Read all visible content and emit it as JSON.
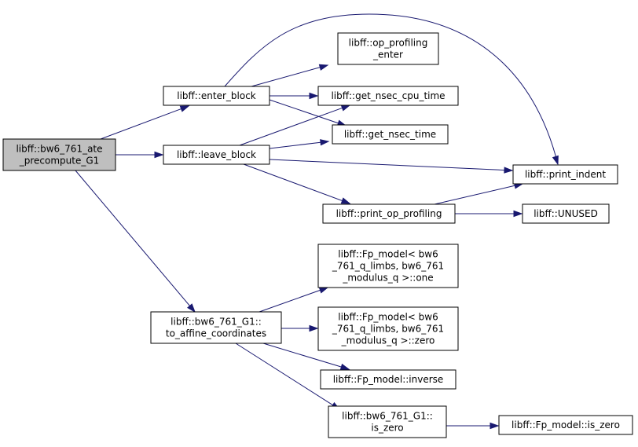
{
  "colors": {
    "root_fill": "#bfbfbf",
    "node_fill": "#ffffff",
    "border": "#000000",
    "edge": "#191970"
  },
  "nodes": {
    "root": {
      "lines": [
        "libff::bw6_761_ate",
        "_precompute_G1"
      ]
    },
    "enter_block": {
      "lines": [
        "libff::enter_block"
      ]
    },
    "leave_block": {
      "lines": [
        "libff::leave_block"
      ]
    },
    "to_affine": {
      "lines": [
        "libff::bw6_761_G1::",
        "to_affine_coordinates"
      ]
    },
    "op_prof_enter": {
      "lines": [
        "libff::op_profiling",
        "_enter"
      ]
    },
    "nsec_cpu": {
      "lines": [
        "libff::get_nsec_cpu_time"
      ]
    },
    "nsec_time": {
      "lines": [
        "libff::get_nsec_time"
      ]
    },
    "print_indent": {
      "lines": [
        "libff::print_indent"
      ]
    },
    "print_op_prof": {
      "lines": [
        "libff::print_op_profiling"
      ]
    },
    "unused": {
      "lines": [
        "libff::UNUSED"
      ]
    },
    "fp_one": {
      "lines": [
        "libff::Fp_model< bw6",
        "_761_q_limbs, bw6_761",
        "_modulus_q >::one"
      ]
    },
    "fp_zero": {
      "lines": [
        "libff::Fp_model< bw6",
        "_761_q_limbs, bw6_761",
        "_modulus_q >::zero"
      ]
    },
    "fp_inverse": {
      "lines": [
        "libff::Fp_model::inverse"
      ]
    },
    "g1_is_zero": {
      "lines": [
        "libff::bw6_761_G1::",
        "is_zero"
      ]
    },
    "fp_is_zero": {
      "lines": [
        "libff::Fp_model::is_zero"
      ]
    }
  },
  "edges": [
    {
      "from": "root",
      "to": "enter_block"
    },
    {
      "from": "root",
      "to": "leave_block"
    },
    {
      "from": "root",
      "to": "to_affine"
    },
    {
      "from": "enter_block",
      "to": "op_prof_enter"
    },
    {
      "from": "enter_block",
      "to": "nsec_cpu"
    },
    {
      "from": "enter_block",
      "to": "nsec_time"
    },
    {
      "from": "enter_block",
      "to": "print_indent"
    },
    {
      "from": "leave_block",
      "to": "nsec_cpu"
    },
    {
      "from": "leave_block",
      "to": "nsec_time"
    },
    {
      "from": "leave_block",
      "to": "print_indent"
    },
    {
      "from": "leave_block",
      "to": "print_op_prof"
    },
    {
      "from": "print_op_prof",
      "to": "print_indent"
    },
    {
      "from": "print_op_prof",
      "to": "unused"
    },
    {
      "from": "to_affine",
      "to": "fp_one"
    },
    {
      "from": "to_affine",
      "to": "fp_zero"
    },
    {
      "from": "to_affine",
      "to": "fp_inverse"
    },
    {
      "from": "to_affine",
      "to": "g1_is_zero"
    },
    {
      "from": "g1_is_zero",
      "to": "fp_is_zero"
    }
  ]
}
